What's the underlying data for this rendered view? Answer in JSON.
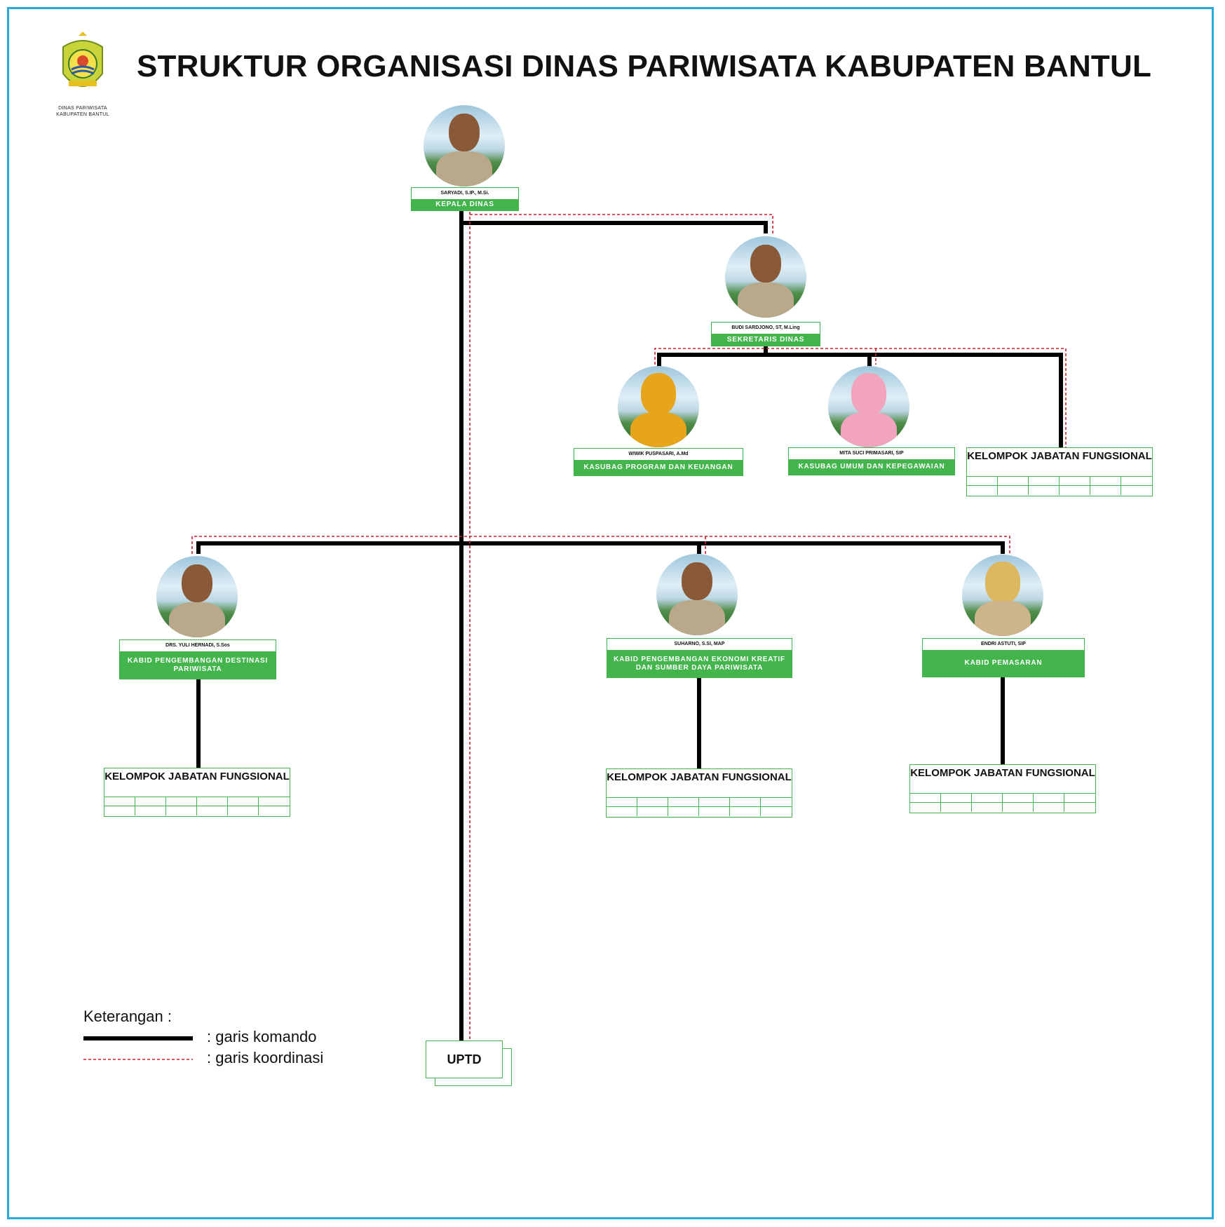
{
  "title": "STRUKTUR ORGANISASI DINAS PARIWISATA KABUPATEN BANTUL",
  "logo": {
    "line1": "DINAS PARIWISATA",
    "line2": "KABUPATEN BANTUL"
  },
  "colors": {
    "frame": "#2aa8e0",
    "accent_green": "#43b54c",
    "command_line": "#000000",
    "coordination_line": "#cc1f2a"
  },
  "nodes": {
    "kepala": {
      "name": "SARYADI, S.IP., M.Si.",
      "position": "KEPALA DINAS"
    },
    "sekretaris": {
      "name": "BUDI SARDJONO, ST, M.Ling",
      "position": "SEKRETARIS DINAS"
    },
    "kasubag_program": {
      "name": "WIWIK PUSPASARI, A.Md",
      "position": "KASUBAG PROGRAM DAN KEUANGAN"
    },
    "kasubag_umum": {
      "name": "MITA SUCI PRIMASARI, SIP",
      "position": "KASUBAG UMUM DAN KEPEGAWAIAN"
    },
    "kabid_destinasi": {
      "name": "DRS. YULI HERNADI, S.Sos",
      "position": "KABID PENGEMBANGAN DESTINASI PARIWISATA"
    },
    "kabid_ekonomi": {
      "name": "SUHARNO, S.SI, MAP",
      "position": "KABID PENGEMBANGAN EKONOMI KREATIF DAN SUMBER DAYA PARIWISATA"
    },
    "kabid_pemasaran": {
      "name": "ENDRI ASTUTI, SIP",
      "position": "KABID PEMASARAN"
    }
  },
  "fungsional_label": "KELOMPOK JABATAN FUNGSIONAL",
  "uptd": "UPTD",
  "legend": {
    "title": "Keterangan :",
    "command": ": garis komando",
    "coordination": ": garis koordinasi"
  }
}
